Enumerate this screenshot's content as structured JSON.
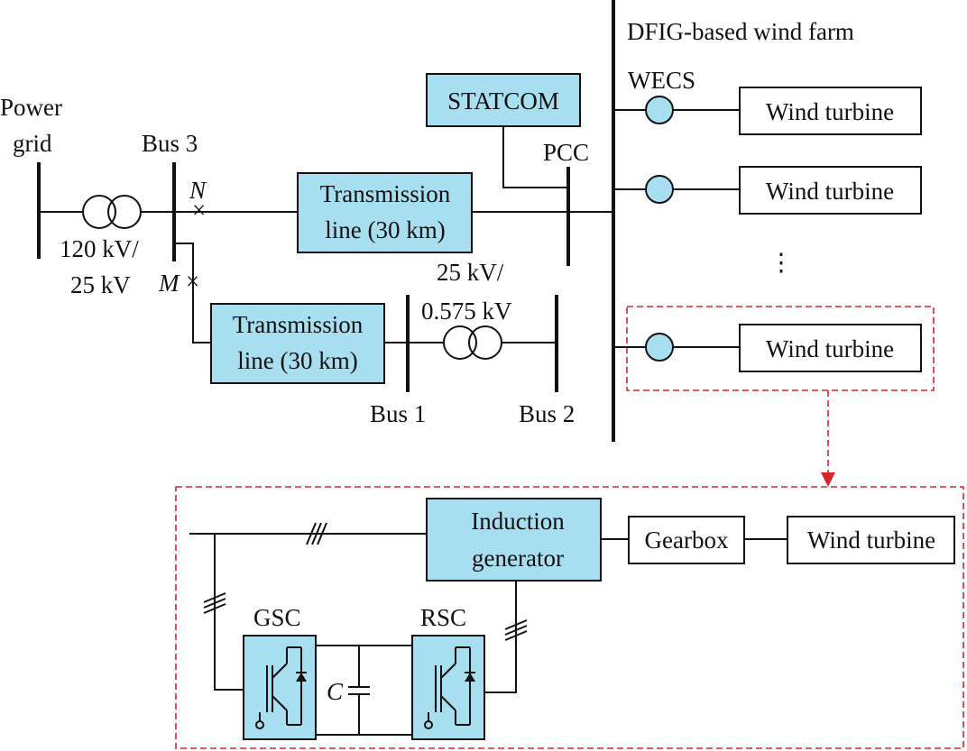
{
  "grid": {
    "line1": "Power",
    "line2": "grid"
  },
  "bus3": "Bus 3",
  "bus1": "Bus 1",
  "bus2": "Bus 2",
  "pcc": "PCC",
  "statcom": "STATCOM",
  "wind_farm": "DFIG-based wind farm",
  "wecs": "WECS",
  "point_n": "N",
  "point_m": "M",
  "transformer1": {
    "line1": "120 kV/",
    "line2": "25 kV"
  },
  "transformer2": {
    "line1": "25 kV/",
    "line2": "0.575 kV"
  },
  "line_upper": {
    "line1": "Transmission",
    "line2": "line (30 km)"
  },
  "line_lower": {
    "line1": "Transmission",
    "line2": "line (30 km)"
  },
  "turbines": [
    "Wind turbine",
    "Wind turbine",
    "Wind turbine"
  ],
  "ellipsis": "⋮",
  "detail": {
    "induction_gen": {
      "line1": "Induction",
      "line2": "generator"
    },
    "gearbox": "Gearbox",
    "turbine": "Wind turbine",
    "gsc": "GSC",
    "rsc": "RSC",
    "capacitor": "C"
  },
  "colors": {
    "box_fill": "#a8dff0",
    "dashed": "#d4262b",
    "line": "#111111"
  }
}
